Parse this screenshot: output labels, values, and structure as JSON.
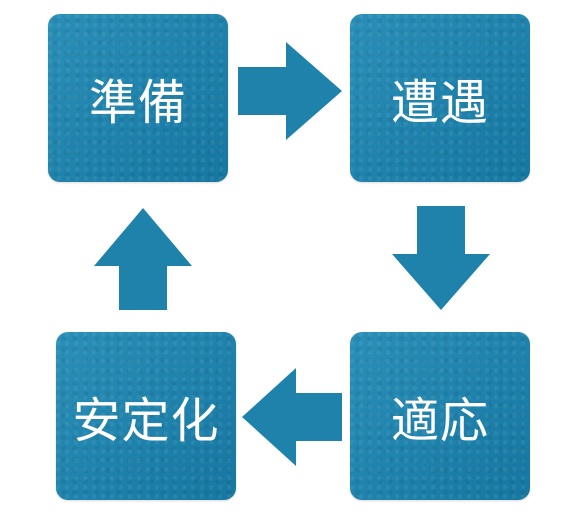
{
  "diagram": {
    "nodes": [
      {
        "id": "prep",
        "label": "準備"
      },
      {
        "id": "encounter",
        "label": "遭遇"
      },
      {
        "id": "adapt",
        "label": "適応"
      },
      {
        "id": "stabilize",
        "label": "安定化"
      }
    ],
    "edges": [
      {
        "from": "prep",
        "to": "encounter",
        "direction": "right"
      },
      {
        "from": "encounter",
        "to": "adapt",
        "direction": "down"
      },
      {
        "from": "adapt",
        "to": "stabilize",
        "direction": "left"
      },
      {
        "from": "stabilize",
        "to": "prep",
        "direction": "up"
      }
    ],
    "colors": {
      "box_fill": "#1e82ab",
      "arrow_fill": "#1e82ab",
      "text": "#ffffff",
      "background": "#ffffff"
    }
  }
}
